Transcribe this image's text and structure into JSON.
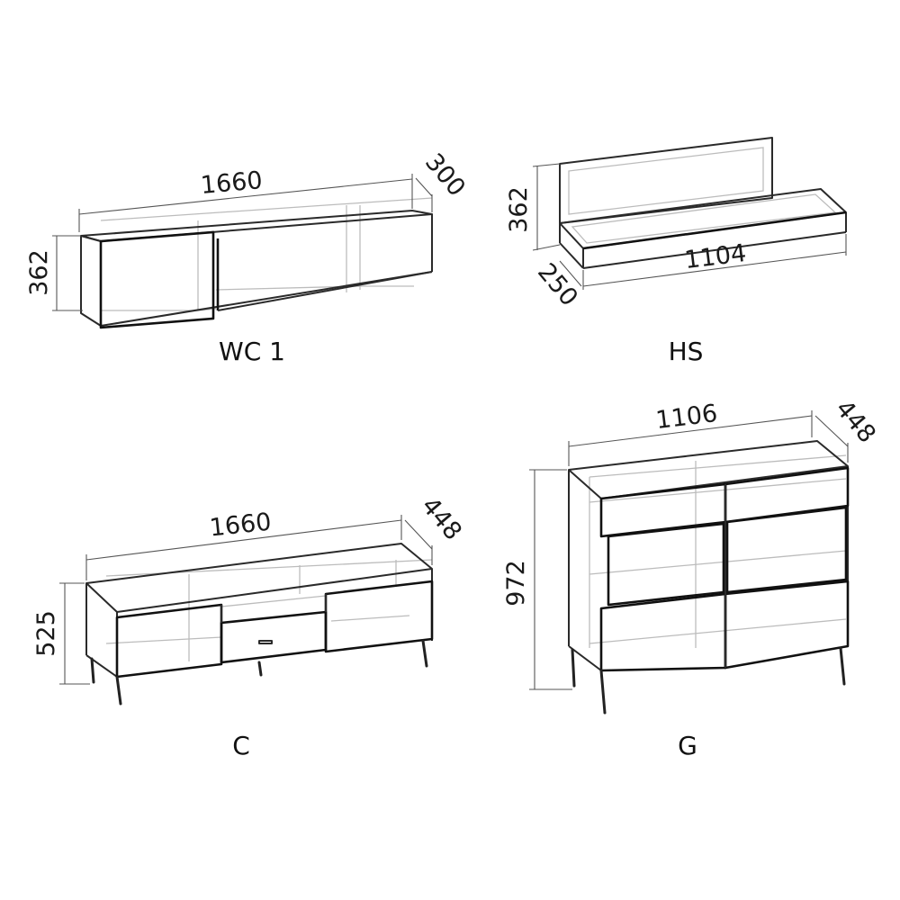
{
  "units": {
    "wc1": {
      "name": "WC 1",
      "width": "1660",
      "depth": "300",
      "height": "362"
    },
    "hs": {
      "name": "HS",
      "width": "1104",
      "depth": "250",
      "height": "362"
    },
    "c": {
      "name": "C",
      "width": "1660",
      "depth": "448",
      "height": "525"
    },
    "g": {
      "name": "G",
      "width": "1106",
      "depth": "448",
      "height": "972"
    }
  }
}
